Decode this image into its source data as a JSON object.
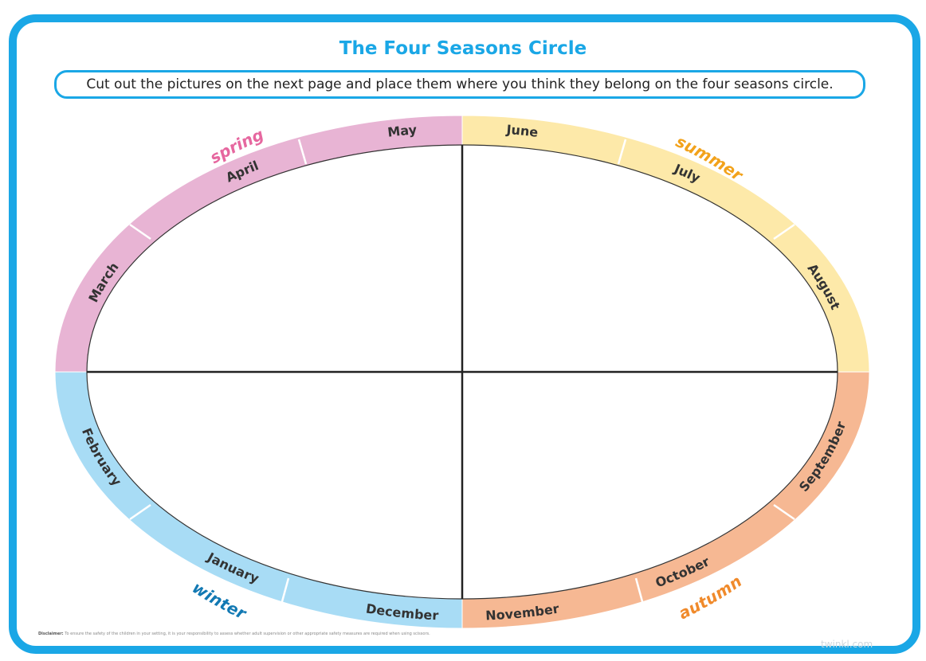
{
  "title": "The Four Seasons Circle",
  "instruction": "Cut out the pictures on the next page and place them where you think they belong on the four seasons circle.",
  "seasons": {
    "spring": {
      "label": "spring",
      "color": "#e8b4d4",
      "text_color": "#e6679f"
    },
    "summer": {
      "label": "summer",
      "color": "#fde9a9",
      "text_color": "#f2a21b"
    },
    "autumn": {
      "label": "autumn",
      "color": "#f6b893",
      "text_color": "#f08a2b"
    },
    "winter": {
      "label": "winter",
      "color": "#a8dcf5",
      "text_color": "#1279b3"
    }
  },
  "months": {
    "march": "March",
    "april": "April",
    "may": "May",
    "june": "June",
    "july": "July",
    "august": "August",
    "september": "September",
    "october": "October",
    "november": "November",
    "december": "December",
    "january": "January",
    "february": "February"
  },
  "disclaimer": {
    "label": "Disclaimer:",
    "text": "To ensure the safety of the children in your setting, it is your responsibility to assess whether adult supervision or other appropriate safety measures are required when using scissors."
  },
  "brand": "twinkl.com"
}
